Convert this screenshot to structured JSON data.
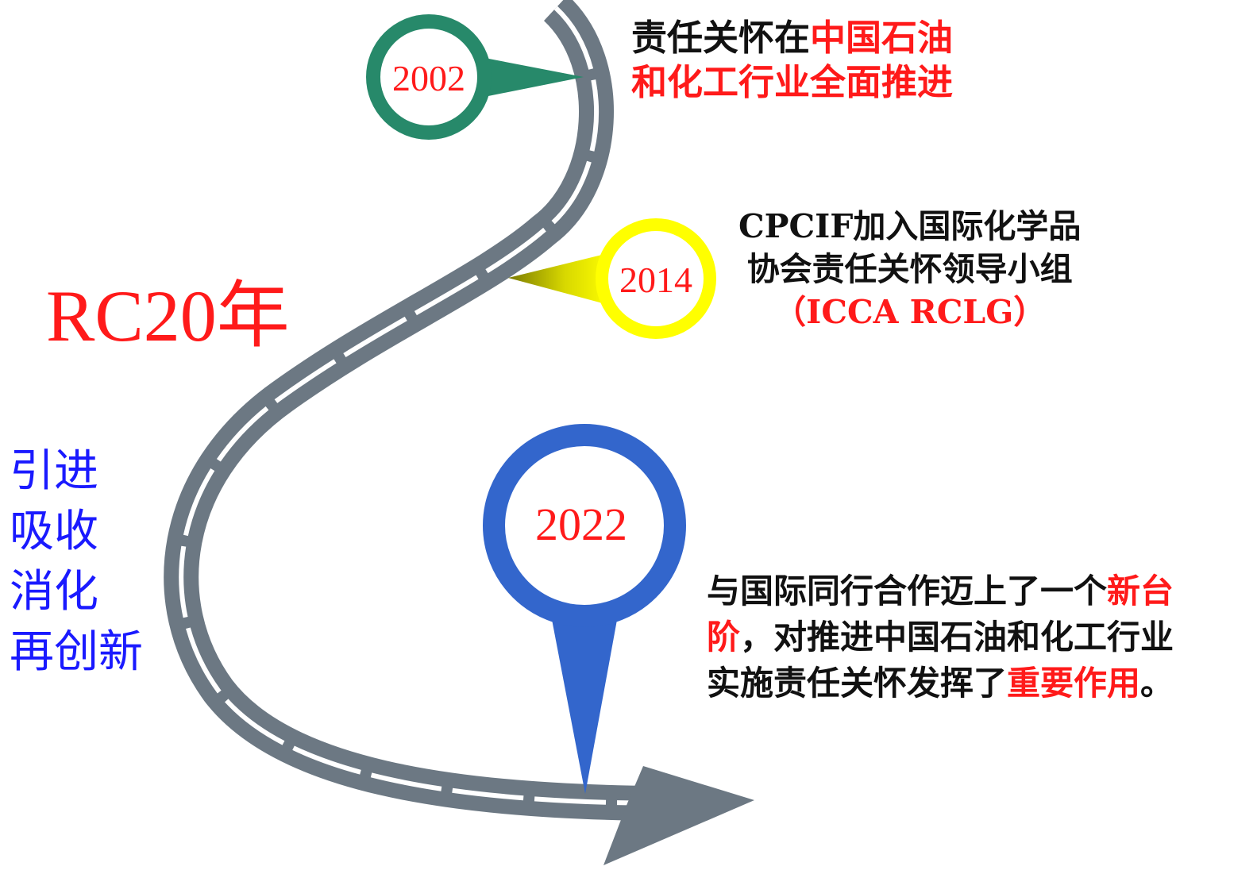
{
  "title": "RC20年",
  "motto": [
    "引进",
    "吸收",
    "消化",
    "再创新"
  ],
  "milestones": [
    {
      "year": "2002",
      "color": "#27896a",
      "lines": [
        [
          {
            "t": "责任关怀在",
            "c": "black"
          },
          {
            "t": "中国石油",
            "c": "red"
          }
        ],
        [
          {
            "t": "和化工行业全面推进",
            "c": "red"
          }
        ]
      ]
    },
    {
      "year": "2014",
      "color": "#ffff00",
      "lines": [
        [
          {
            "t": "CPCIF加入国际化学品",
            "c": "black"
          }
        ],
        [
          {
            "t": "协会责任关怀领导小组",
            "c": "black"
          }
        ],
        [
          {
            "t": "（ICCA RCLG）",
            "c": "red"
          }
        ]
      ]
    },
    {
      "year": "2022",
      "color": "#3366cc",
      "lines": [
        [
          {
            "t": "与国际同行合作迈上了一个",
            "c": "black"
          },
          {
            "t": "新台",
            "c": "red"
          }
        ],
        [
          {
            "t": "阶",
            "c": "red"
          },
          {
            "t": "，对推进中国石油和化工行业",
            "c": "black"
          }
        ],
        [
          {
            "t": "实施责任关怀发挥了",
            "c": "black"
          },
          {
            "t": "重要作用",
            "c": "red"
          },
          {
            "t": "。",
            "c": "black"
          }
        ]
      ]
    }
  ],
  "colors": {
    "road": "#6c7883",
    "accent": "#ff1a1a",
    "motto": "#1a1aff"
  }
}
